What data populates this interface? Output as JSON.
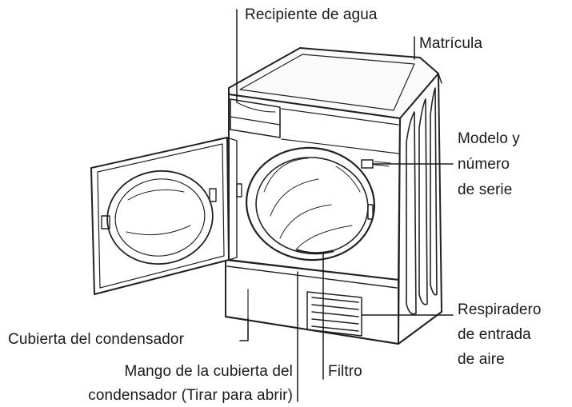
{
  "labels": {
    "recipiente": "Recipiente de agua",
    "matricula": "Matrícula",
    "modelo": [
      "Modelo y",
      "número",
      "de serie"
    ],
    "respiradero": [
      "Respiradero",
      "de entrada",
      "de aire"
    ],
    "cubierta": "Cubierta del condensador",
    "mango": [
      "Mango de la cubierta del",
      "condensador (Tirar para abrir)"
    ],
    "filtro": "Filtro"
  },
  "colors": {
    "ink": "#1a1a1a",
    "background": "#ffffff",
    "line_art": "#222222"
  }
}
